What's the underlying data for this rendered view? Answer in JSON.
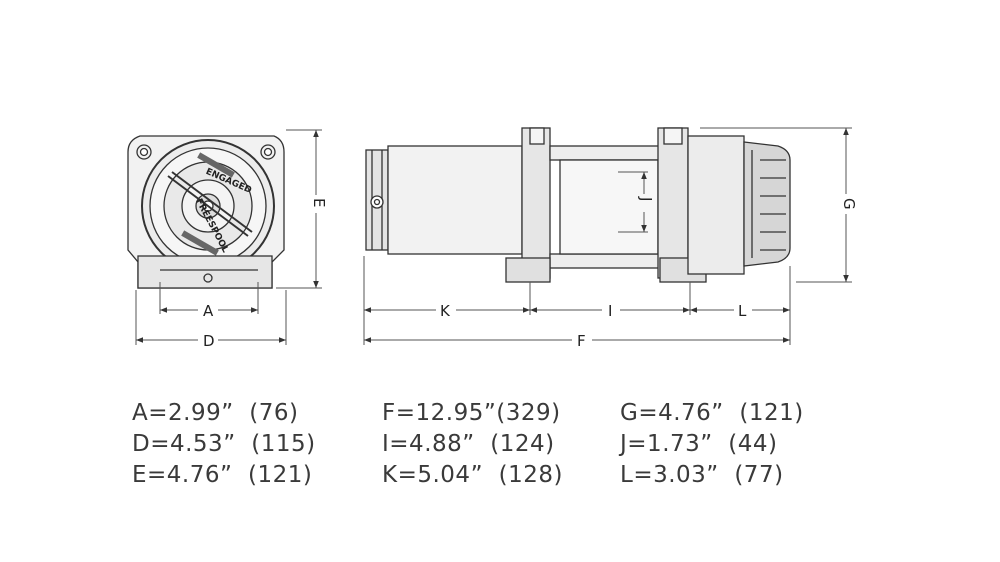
{
  "front_view": {
    "labels": {
      "width_inner": "A",
      "width_outer": "D",
      "height": "E"
    },
    "stamps": {
      "engaged": "ENGAGED",
      "freespool": "FREESPOOL"
    }
  },
  "side_view": {
    "labels": {
      "overall_length": "F",
      "height": "G",
      "drum_length": "I",
      "drum_diameter": "J",
      "motor_length": "K",
      "control_length": "L"
    }
  },
  "specs": {
    "col1": [
      "A=2.99”  (76)",
      "D=4.53”  (115)",
      "E=4.76”  (121)"
    ],
    "col2": [
      "F=12.95”(329)",
      "I=4.88”  (124)",
      "K=5.04”  (128)"
    ],
    "col3": [
      "G=4.76”  (121)",
      "J=1.73”  (44)",
      "L=3.03”  (77)"
    ]
  }
}
